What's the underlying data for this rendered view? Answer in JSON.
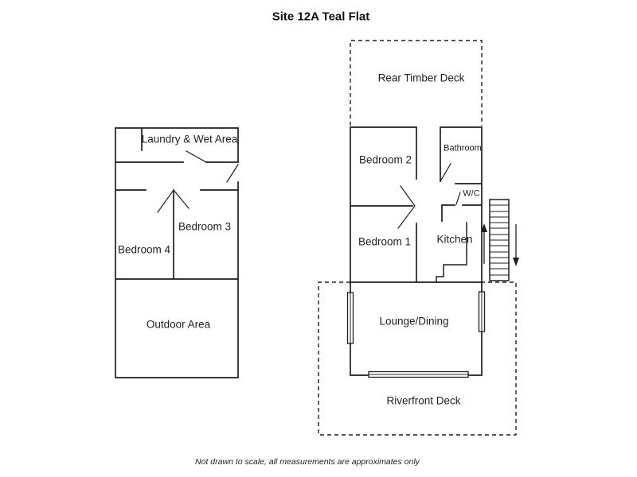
{
  "title": "Site 12A Teal Flat",
  "footer": "Not drawn to scale, all measurements are approximates only",
  "colors": {
    "line": "#1f1f1f",
    "background": "#ffffff"
  },
  "rooms": {
    "rear_timber_deck": "Rear Timber Deck",
    "laundry": "Laundry & Wet Area",
    "bedroom2": "Bedroom 2",
    "bathroom": "Bathroom",
    "wc": "W/C",
    "bedroom3": "Bedroom 3",
    "bedroom4": "Bedroom 4",
    "bedroom1": "Bedroom 1",
    "kitchen": "Kitchen",
    "outdoor_area": "Outdoor Area",
    "lounge_dining": "Lounge/Dining",
    "riverfront_deck": "Riverfront Deck"
  }
}
